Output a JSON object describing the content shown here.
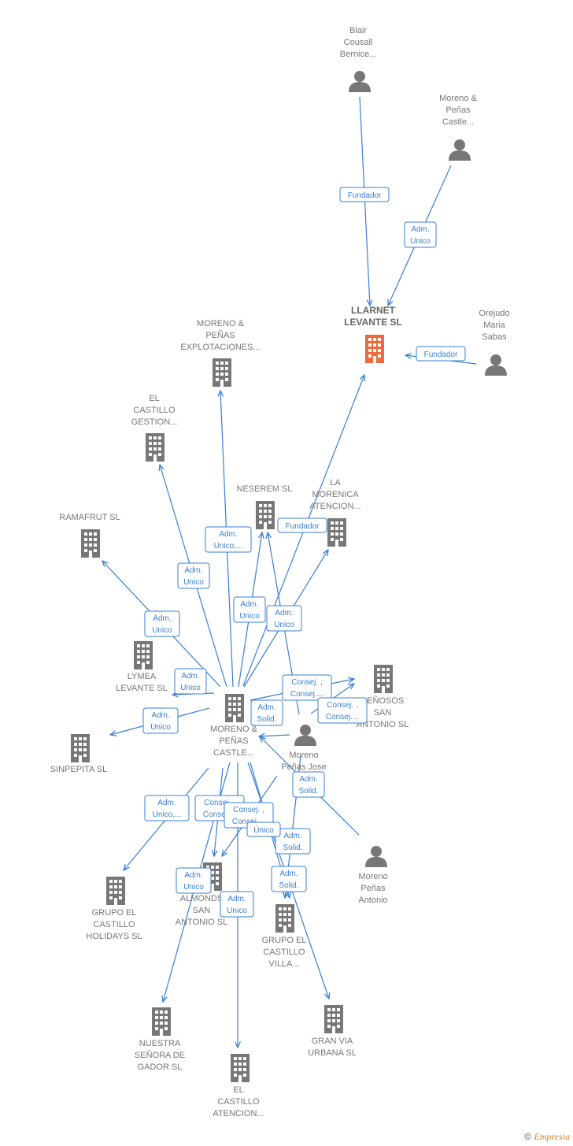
{
  "colors": {
    "edge": "#3a7fd5",
    "node": "#777777",
    "focus": "#ee6a3c"
  },
  "nodes": [
    {
      "id": "llarnet",
      "type": "company",
      "focus": true,
      "label": [
        "LLARNET",
        "LEVANTE SL"
      ]
    },
    {
      "id": "blair",
      "type": "person",
      "label": [
        "Blair",
        "Cousall",
        "Bernice..."
      ]
    },
    {
      "id": "moreno_castle_p",
      "type": "person",
      "label": [
        "Moreno &",
        "Peñas",
        "Castle..."
      ]
    },
    {
      "id": "orejudo",
      "type": "person",
      "label": [
        "Orejudo",
        "Maria",
        "Sabas"
      ]
    },
    {
      "id": "explotaciones",
      "type": "company",
      "label": [
        "MORENO &",
        "PEÑAS",
        "EXPLOTACIONES..."
      ]
    },
    {
      "id": "gestion",
      "type": "company",
      "label": [
        "EL",
        "CASTILLO",
        "GESTION..."
      ]
    },
    {
      "id": "neserem",
      "type": "company",
      "label": [
        "NESEREM SL"
      ]
    },
    {
      "id": "morenica",
      "type": "company",
      "label": [
        "LA",
        "MORENICA",
        "ATENCION..."
      ]
    },
    {
      "id": "ramafrut",
      "type": "company",
      "label": [
        "RAMAFRUT SL"
      ]
    },
    {
      "id": "lymea",
      "type": "company",
      "label": [
        "LYMEA",
        "LEVANTE SL"
      ]
    },
    {
      "id": "sinpepita",
      "type": "company",
      "label": [
        "SINPEPITA SL"
      ]
    },
    {
      "id": "castle_co",
      "type": "company",
      "label": [
        "MORENO &",
        "PEÑAS",
        "CASTLE..."
      ]
    },
    {
      "id": "penosos",
      "type": "company",
      "label": [
        "PEÑOSOS",
        "SAN",
        "ANTONIO SL"
      ]
    },
    {
      "id": "jose",
      "type": "person",
      "label": [
        "Moreno",
        "Peñas Jose"
      ]
    },
    {
      "id": "antonio_p",
      "type": "person",
      "label": [
        "Moreno",
        "Peñas",
        "Antonio"
      ]
    },
    {
      "id": "holidays",
      "type": "company",
      "label": [
        "GRUPO EL",
        "CASTILLO",
        "HOLIDAYS SL"
      ]
    },
    {
      "id": "almonds",
      "type": "company",
      "label": [
        "ALMONDS",
        "SAN",
        "ANTONIO SL"
      ]
    },
    {
      "id": "villa",
      "type": "company",
      "label": [
        "GRUPO EL",
        "CASTILLO",
        "VILLA..."
      ]
    },
    {
      "id": "nuestra",
      "type": "company",
      "label": [
        "NUESTRA",
        "SEÑORA DE",
        "GADOR SL"
      ]
    },
    {
      "id": "atencion",
      "type": "company",
      "label": [
        "EL",
        "CASTILLO",
        "ATENCION..."
      ]
    },
    {
      "id": "granvia",
      "type": "company",
      "label": [
        "GRAN VIA",
        "URBANA SL"
      ]
    }
  ],
  "edges": [
    {
      "from": "blair",
      "to": "llarnet",
      "label": [
        "Fundador"
      ]
    },
    {
      "from": "moreno_castle_p",
      "to": "llarnet",
      "label": [
        "Adm.",
        "Unico"
      ]
    },
    {
      "from": "orejudo",
      "to": "llarnet",
      "label": [
        "Fundador"
      ]
    },
    {
      "from": "castle_co",
      "to": "llarnet",
      "label": [
        "Fundador"
      ]
    },
    {
      "from": "castle_co",
      "to": "explotaciones",
      "label": [
        "Adm.",
        "Unico,..."
      ]
    },
    {
      "from": "castle_co",
      "to": "gestion",
      "label": [
        "Adm.",
        "Unico"
      ]
    },
    {
      "from": "castle_co",
      "to": "neserem",
      "label": [
        "Adm.",
        "Unico"
      ]
    },
    {
      "from": "castle_co",
      "to": "morenica",
      "label": [
        "Adm.",
        "Unico"
      ]
    },
    {
      "from": "castle_co",
      "to": "ramafrut",
      "label": [
        "Adm.",
        "Unico"
      ]
    },
    {
      "from": "castle_co",
      "to": "lymea",
      "label": [
        "Adm.",
        "Unico"
      ]
    },
    {
      "from": "castle_co",
      "to": "sinpepita",
      "label": [
        "Adm.",
        "Unico"
      ]
    },
    {
      "from": "castle_co",
      "to": "penosos",
      "label": [
        "Consej. ,",
        "Consej...."
      ]
    },
    {
      "from": "jose",
      "to": "neserem",
      "label": [
        "Adm.",
        "Unico"
      ]
    },
    {
      "from": "jose",
      "to": "penosos",
      "label": [
        "Consej. ,",
        "Consej...."
      ]
    },
    {
      "from": "jose",
      "to": "castle_co",
      "label": [
        "Adm.",
        "Solid."
      ]
    },
    {
      "from": "antonio_p",
      "to": "castle_co",
      "label": [
        "Adm.",
        "Solid."
      ]
    },
    {
      "from": "castle_co",
      "to": "holidays",
      "label": [
        "Adm.",
        "Unico,..."
      ]
    },
    {
      "from": "castle_co",
      "to": "almonds",
      "label": [
        "Consej. ,",
        "Consej...."
      ]
    },
    {
      "from": "jose",
      "to": "almonds",
      "label": [
        "Consej. ,",
        "Consej...."
      ]
    },
    {
      "from": "castle_co",
      "to": "villa",
      "label": [
        "Adm.",
        "Solid."
      ]
    },
    {
      "from": "jose",
      "to": "villa",
      "label": [
        "Adm.",
        "Solid."
      ]
    },
    {
      "from": "castle_co",
      "to": "nuestra",
      "label": [
        "Adm.",
        "Unico"
      ]
    },
    {
      "from": "castle_co",
      "to": "atencion",
      "label": [
        "Adm.",
        "Unico"
      ]
    },
    {
      "from": "castle_co",
      "to": "granvia",
      "label": [
        "Único"
      ]
    }
  ],
  "footer": {
    "copyright": "©",
    "brand": "Empresia"
  }
}
